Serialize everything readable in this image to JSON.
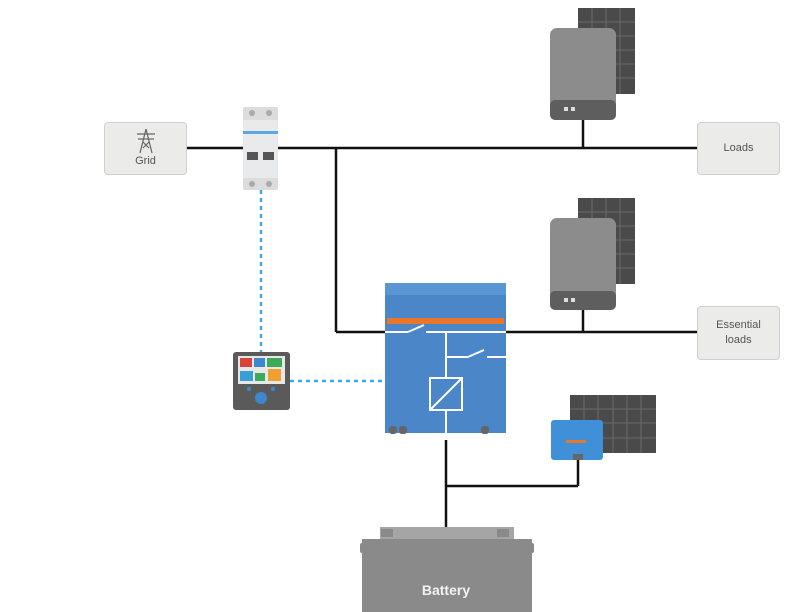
{
  "nodes": {
    "grid": {
      "label": "Grid",
      "icon": "power-pylon-icon"
    },
    "loads": {
      "label": "Loads"
    },
    "essential_loads": {
      "label_line1": "Essential",
      "label_line2": "loads"
    },
    "battery": {
      "label": "Battery"
    }
  },
  "colors": {
    "wire": "#111111",
    "data_link": "#3aa8e0",
    "inverter_blue": "#4a86c8",
    "inverter_orange": "#e8762d",
    "pv_inverter_gray": "#8c8c8c",
    "solar_panel": "#4a4a4a",
    "battery_gray": "#8a8a8a",
    "box_fill": "#ebebea"
  }
}
